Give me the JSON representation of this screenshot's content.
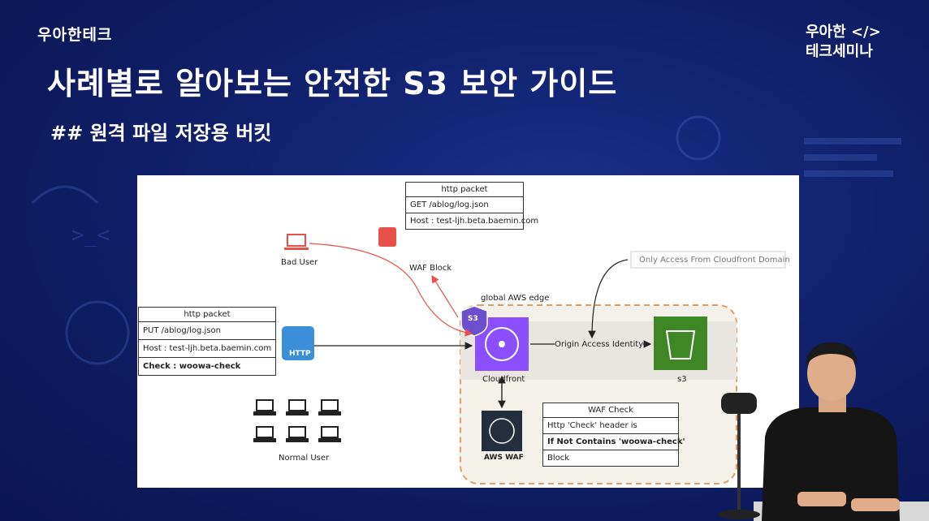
{
  "brand_left": "우아한테크",
  "brand_right": {
    "line1": "우아한 </>",
    "line2": "테크세미나"
  },
  "title": "사례별로 알아보는 안전한 S3 보안 가이드",
  "subtitle": "## 원격 파일 저장용 버킷",
  "diagram": {
    "top_packet": {
      "header": "http packet",
      "rows": [
        "GET /ablog/log.json",
        "Host : test-ljh.beta.baemin.com"
      ]
    },
    "left_packet": {
      "header": "http packet",
      "rows": [
        "PUT /ablog/log.json",
        "Host : test-ljh.beta.baemin.com",
        "Check : woowa-check"
      ]
    },
    "waf_check": {
      "header": "WAF Check",
      "rows": [
        "Http 'Check' header is",
        "If Not Contains 'woowa-check'",
        "Block"
      ]
    },
    "labels": {
      "bad_user": "Bad User",
      "waf_block": "WAF Block",
      "normal_user": "Normal User",
      "global_edge": "global AWS edge",
      "only_access": "Only Access From Cloudfront Domain",
      "oai": "Origin Access Identity",
      "cloudfront": "Cloudfront",
      "s3": "s3",
      "aws_waf": "AWS WAF",
      "http_icon": "HTTP",
      "shield_text": "S3"
    }
  },
  "colors": {
    "cloudfront": "#8c4fff",
    "s3": "#3f8624",
    "waf_border": "#e07b39",
    "arrow_red": "#e8514b"
  }
}
